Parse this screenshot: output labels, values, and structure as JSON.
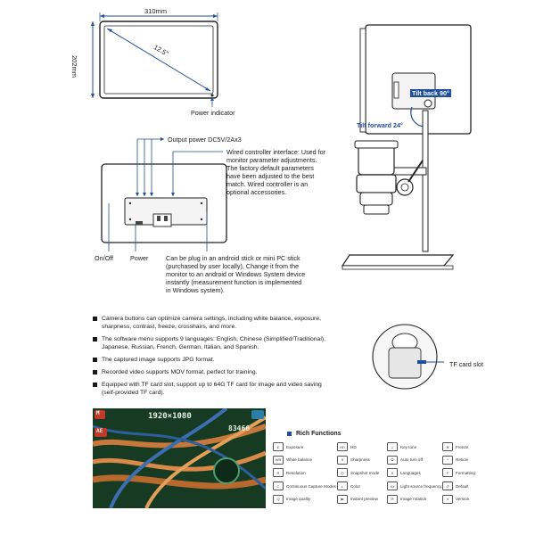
{
  "monitor": {
    "width_label": "310mm",
    "height_label": "202mm",
    "diagonal_label": "12.5\"",
    "power_indicator_label": "Power indicator"
  },
  "back_panel": {
    "output_power_label": "Output power DC5V/2Ax3",
    "wired_controller_text": [
      "Wired controller interface: Used for",
      "monitor parameter adjustments.",
      "The factory default parameters",
      "have been adjusted to the best",
      "match. Wired controller is an",
      "optional accessories."
    ],
    "on_off_label": "On/Off",
    "power_label": "Power",
    "android_text": [
      "Can be plug in an android stick or mini PC stick",
      "(purchased by user locally), Change it from the",
      "monitor to an android or Windows System device",
      "instantly (measurement function is implemented",
      "in Windows system)."
    ]
  },
  "stand": {
    "tilt_back_label": "Tilt back 90°",
    "tilt_forward_label": "Tilt forward 24°"
  },
  "tf_card_label": "TF card slot",
  "features": [
    [
      "Camera buttons can optimize camera settings, including white balance, exposure,",
      "sharpness, contrast, freeze, crosshairs, and more."
    ],
    [
      "The software menu supports 9 languages:  English, Chinese (Simplified/Traditional),",
      "Japanese, Russian, French, German, Italian, and Spanish."
    ],
    [
      "The captured image supports JPG format."
    ],
    [
      "Recorded video supports MOV format, perfect for training."
    ],
    [
      "Equipped with TF card slot, support up to 64G TF card for image and video saving",
      "(self-provided TF card)."
    ]
  ],
  "photo": {
    "resolution": "1920×1080",
    "counter": "83466",
    "badge_top": "M",
    "badge_ae": "AE"
  },
  "rich_functions": {
    "title": "Rich Functions",
    "items": [
      {
        "label": "Exposure",
        "icon": "E"
      },
      {
        "label": "HD",
        "icon": "HD"
      },
      {
        "label": "Key tone",
        "icon": "♫"
      },
      {
        "label": "Freeze",
        "icon": "❄"
      },
      {
        "label": "White balance",
        "icon": "WB"
      },
      {
        "label": "Sharpness",
        "icon": "S"
      },
      {
        "label": "Auto turn off",
        "icon": "⏻"
      },
      {
        "label": "Reticle",
        "icon": "+"
      },
      {
        "label": "Resolution",
        "icon": "R"
      },
      {
        "label": "Snapshot mode",
        "icon": "◎"
      },
      {
        "label": "Languages",
        "icon": "A"
      },
      {
        "label": "Formatting",
        "icon": "F"
      },
      {
        "label": "Continuous Capture Modes",
        "icon": "C"
      },
      {
        "label": "Color",
        "icon": "◐"
      },
      {
        "label": "Light source frequency",
        "icon": "Hz"
      },
      {
        "label": "Default",
        "icon": "↺"
      },
      {
        "label": "Image quality",
        "icon": "Q"
      },
      {
        "label": "Instant preview",
        "icon": "▶"
      },
      {
        "label": "Image rotation",
        "icon": "⟳"
      },
      {
        "label": "Version",
        "icon": "V"
      }
    ]
  }
}
